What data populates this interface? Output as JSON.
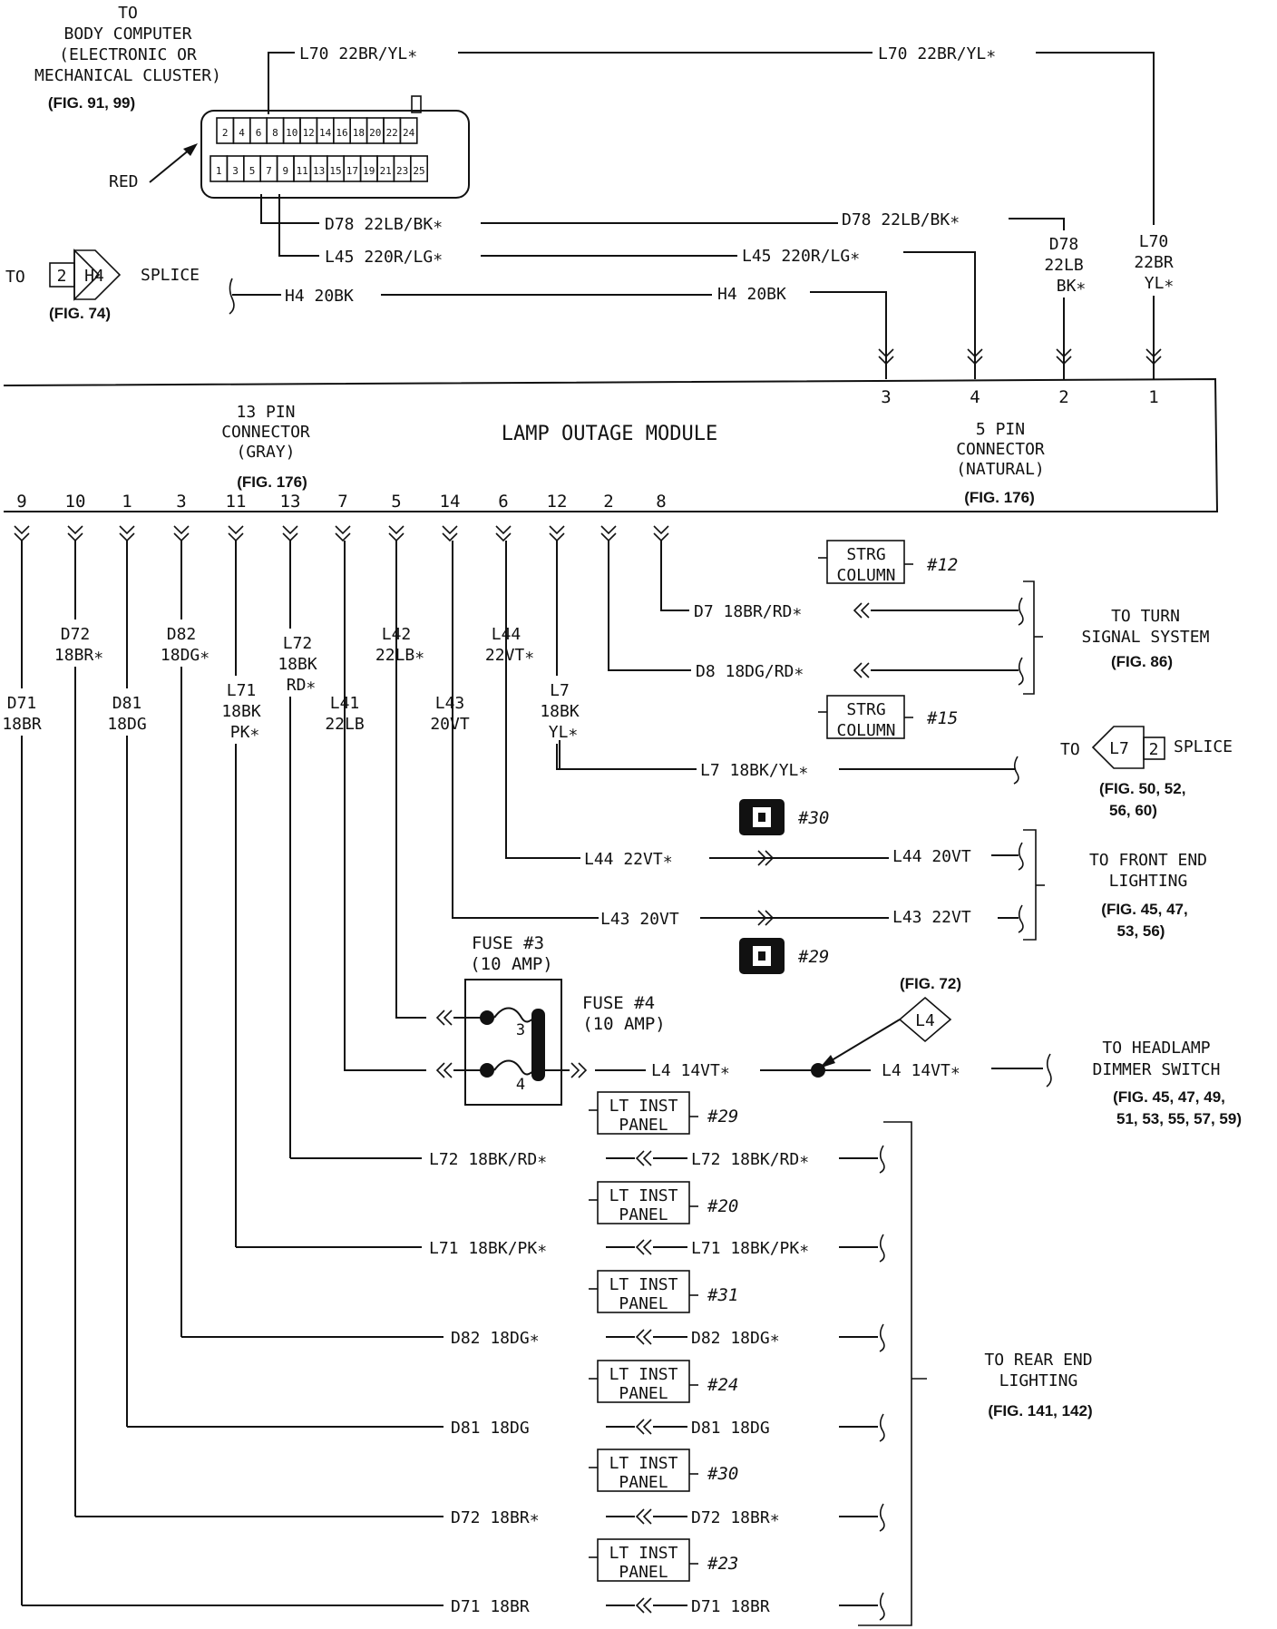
{
  "top_connector": {
    "line1": "TO",
    "line2": "BODY COMPUTER",
    "line3": "(ELECTRONIC OR",
    "line4": "MECHANICAL CLUSTER)",
    "ref": "(FIG. 91, 99)",
    "red_label": "RED",
    "top_pins": [
      "2",
      "4",
      "6",
      "8",
      "10",
      "12",
      "14",
      "16",
      "18",
      "20",
      "22",
      "24"
    ],
    "bottom_pins": [
      "1",
      "3",
      "5",
      "7",
      "9",
      "11",
      "13",
      "15",
      "17",
      "19",
      "21",
      "23",
      "25"
    ]
  },
  "top_wires": {
    "l70": "L70 22BR/YL∗",
    "l70_right": "L70 22BR/YL∗",
    "d78": "D78 22LB/BK∗",
    "d78_right": "D78 22LB/BK∗",
    "l45": "L45 220R/LG∗",
    "l45_right": "L45 220R/LG∗",
    "h4": "H4 20BK",
    "h4_right": "H4 20BK",
    "d78_vert": [
      "D78",
      "22LB",
      "BK∗"
    ],
    "l70_vert": [
      "L70",
      "22BR",
      "YL∗"
    ]
  },
  "h4_splice": {
    "to": "TO",
    "num": "2",
    "id": "H4",
    "label": "SPLICE",
    "ref": "(FIG. 74)"
  },
  "module": {
    "title": "LAMP OUTAGE MODULE",
    "conn13_line1": "13 PIN",
    "conn13_line2": "CONNECTOR",
    "conn13_line3": "(GRAY)",
    "conn13_ref": "(FIG. 176)",
    "conn5_line1": "5 PIN",
    "conn5_line2": "CONNECTOR",
    "conn5_line3": "(NATURAL)",
    "conn5_ref": "(FIG. 176)",
    "pins5": [
      "3",
      "4",
      "2",
      "1"
    ],
    "pins13": [
      "9",
      "10",
      "1",
      "3",
      "11",
      "13",
      "7",
      "5",
      "14",
      "6",
      "12",
      "2",
      "8"
    ]
  },
  "vertical_wires": [
    [
      "D71",
      "18BR"
    ],
    [
      "D72",
      "18BR∗"
    ],
    [
      "D81",
      "18DG"
    ],
    [
      "D82",
      "18DG∗"
    ],
    [
      "L71",
      "18BK",
      "PK∗"
    ],
    [
      "L72",
      "18BK",
      "RD∗"
    ],
    [
      "L41",
      "22LB"
    ],
    [
      "L42",
      "22LB∗"
    ],
    [
      "L43",
      "20VT"
    ],
    [
      "L44",
      "22VT∗"
    ],
    [
      "L7",
      "18BK",
      "YL∗"
    ]
  ],
  "turn_signal": {
    "d7": "D7 18BR/RD∗",
    "d8": "D8 18DG/RD∗",
    "strg1": [
      "STRG",
      "COLUMN"
    ],
    "strg1_num": "#12",
    "strg2": [
      "STRG",
      "COLUMN"
    ],
    "strg2_num": "#15",
    "to_line1": "TO TURN",
    "to_line2": "SIGNAL SYSTEM",
    "ref": "(FIG. 86)"
  },
  "l7_splice": {
    "wire": "L7 18BK/YL∗",
    "to": "TO",
    "id": "L7",
    "num": "2",
    "label": "SPLICE",
    "ref1": "(FIG. 50, 52,",
    "ref2": "56, 60)"
  },
  "front_end": {
    "conn30": "#30",
    "conn29": "#29",
    "l44_left": "L44 22VT∗",
    "l44_right": "L44 20VT",
    "l43_left": "L43 20VT",
    "l43_right": "L43 22VT",
    "to_line1": "TO FRONT END",
    "to_line2": "LIGHTING",
    "ref1": "(FIG. 45, 47,",
    "ref2": "53, 56)"
  },
  "fuses": {
    "fuse3_line1": "FUSE #3",
    "fuse3_line2": "(10 AMP)",
    "fuse4_line1": "FUSE #4",
    "fuse4_line2": "(10 AMP)",
    "pin3": "3",
    "pin4": "4"
  },
  "headlamp": {
    "fig72": "(FIG. 72)",
    "splice_id": "L4",
    "l4_left": "L4 14VT∗",
    "l4_right": "L4 14VT∗",
    "to_line1": "TO HEADLAMP",
    "to_line2": "DIMMER SWITCH",
    "ref1": "(FIG. 45, 47, 49,",
    "ref2": "51, 53, 55, 57, 59)"
  },
  "rear_wires": [
    {
      "left": "L72 18BK/RD∗",
      "right": "L72 18BK/RD∗",
      "panel": [
        "LT INST",
        "PANEL"
      ],
      "num": "#29"
    },
    {
      "left": "L71 18BK/PK∗",
      "right": "L71 18BK/PK∗",
      "panel": [
        "LT INST",
        "PANEL"
      ],
      "num": "#20"
    },
    {
      "left": "D82 18DG∗",
      "right": "D82 18DG∗",
      "panel": [
        "LT INST",
        "PANEL"
      ],
      "num": "#31"
    },
    {
      "left": "D81 18DG",
      "right": "D81 18DG",
      "panel": [
        "LT INST",
        "PANEL"
      ],
      "num": "#24"
    },
    {
      "left": "D72 18BR∗",
      "right": "D72 18BR∗",
      "panel": [
        "LT INST",
        "PANEL"
      ],
      "num": "#30"
    },
    {
      "left": "D71 18BR",
      "right": "D71 18BR",
      "panel": [
        "LT INST",
        "PANEL"
      ],
      "num": "#23"
    }
  ],
  "rear_end": {
    "to_line1": "TO REAR END",
    "to_line2": "LIGHTING",
    "ref": "(FIG. 141, 142)"
  }
}
